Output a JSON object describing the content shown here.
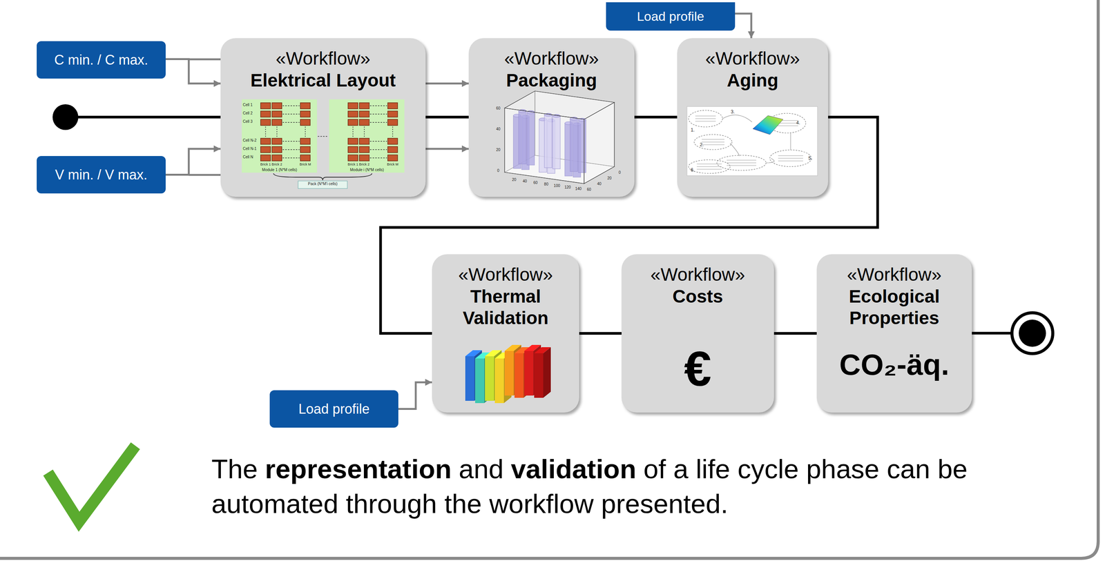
{
  "diagram": {
    "nodes": [
      {
        "text": [
          "C min. / C max."
        ]
      },
      {
        "text": [
          "V min. / V max."
        ]
      },
      {
        "text": [
          "Load profile"
        ]
      },
      {
        "text": [
          "«Workflow»",
          "Elektrical Layout"
        ]
      },
      {
        "text": [
          "«Workflow»",
          "Packaging"
        ]
      },
      {
        "text": [
          "«Workflow»",
          "Aging"
        ]
      },
      {
        "text": [
          "«Workflow»",
          "Thermal Validation"
        ]
      },
      {
        "text": [
          "«Workflow»",
          "Costs",
          "€"
        ]
      },
      {
        "text": [
          "«Workflow»",
          "Ecological Properties",
          "CO₂-äq."
        ]
      },
      {
        "text": [
          "Load profile"
        ]
      }
    ],
    "edges": [
      {
        "from": 0,
        "to": 3,
        "arrow": "to"
      },
      {
        "from": 1,
        "to": 3,
        "arrow": "to"
      },
      {
        "from": 3,
        "to": 4,
        "arrow": "none"
      },
      {
        "from": 3,
        "to": 4,
        "arrow": "to"
      },
      {
        "from": 3,
        "to": 4,
        "arrow": "to"
      },
      {
        "from": 2,
        "to": 5,
        "arrow": "to"
      },
      {
        "from": 4,
        "to": 5,
        "arrow": "none"
      },
      {
        "from": 5,
        "to": 6,
        "arrow": "none"
      },
      {
        "from": 9,
        "to": 6,
        "arrow": "to"
      },
      {
        "from": 6,
        "to": 7,
        "arrow": "none"
      },
      {
        "from": 7,
        "to": 8,
        "arrow": "none"
      }
    ],
    "labels": [
      "Cell 1",
      "Cell 2",
      "Cell 3",
      "Cell N-2",
      "Cell N-1",
      "Cell N",
      "Brick 1",
      "Brick 2",
      "Brick M",
      "Module 1 (N*M cells)",
      "Brick 1",
      "Brick 2",
      "Brick M",
      "Module i (N*M cells)",
      "Pack (N*M'i cells)",
      "60",
      "40",
      "20",
      "0",
      "20",
      "40",
      "60",
      "80",
      "100",
      "120",
      "140",
      "0",
      "20",
      "40",
      "60",
      "1.",
      "2.",
      "3.",
      "4.",
      "5.",
      "6.",
      "The",
      "representation",
      "and",
      "validation",
      "of a life cycle phase can be automated through the workflow presented."
    ]
  }
}
